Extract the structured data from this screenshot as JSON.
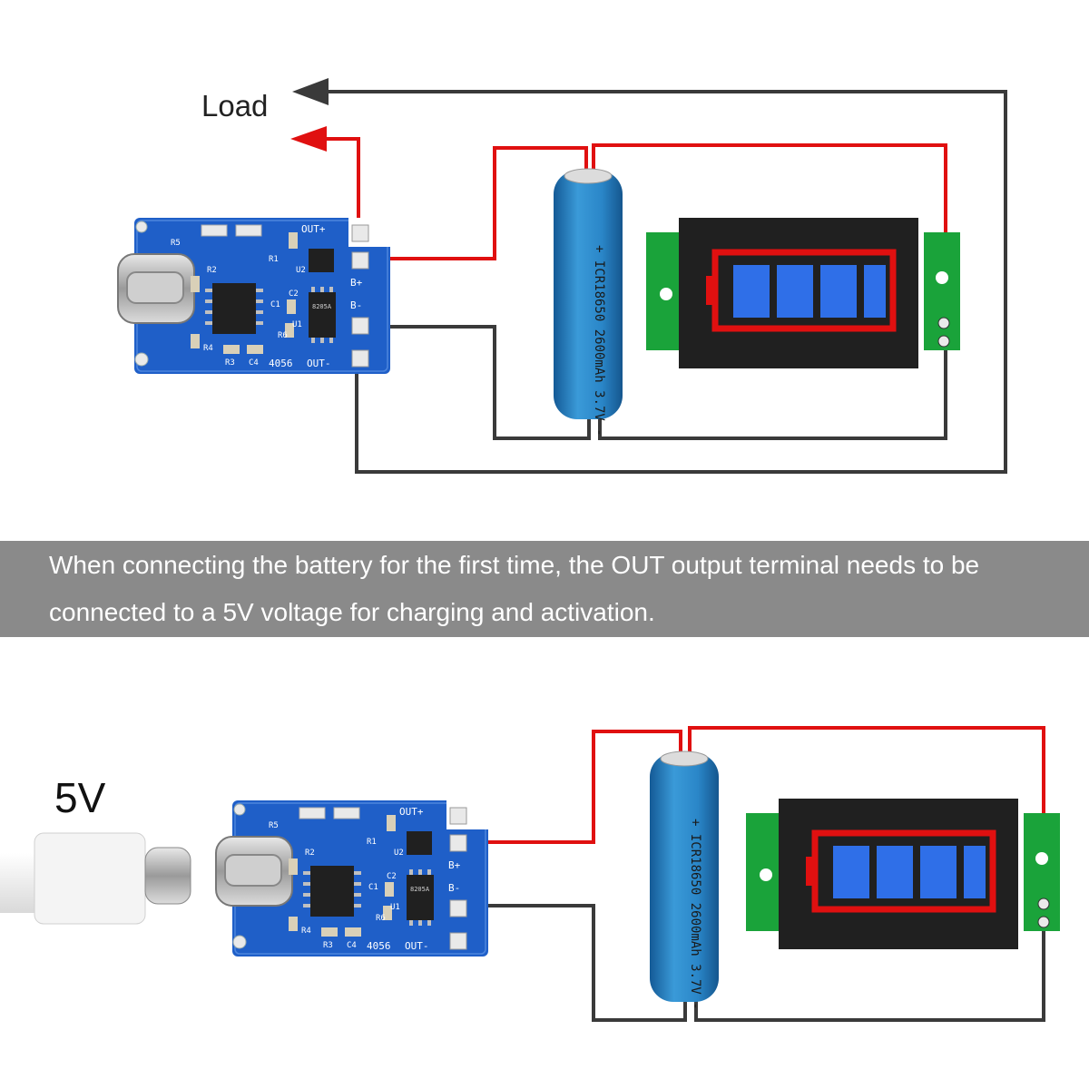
{
  "top": {
    "load_label": "Load",
    "board": {
      "labels": {
        "out_plus": "OUT+",
        "out_minus": "OUT-",
        "b_plus": "B+",
        "b_minus": "B-",
        "model": "4056",
        "r5": "R5",
        "r2": "R2",
        "r1": "R1",
        "r3": "R3",
        "r4": "R4",
        "r6": "R6",
        "c1": "C1",
        "c2": "C2",
        "c4": "C4",
        "u1": "U1",
        "u2": "U2",
        "ic_mark": "8205A"
      }
    },
    "battery": {
      "text": "+ ICR18650 2600mAh 3.7V -"
    }
  },
  "note": {
    "line1": "When connecting the battery for the first time, the OUT output terminal needs to be",
    "line2": "connected to a 5V voltage for charging and activation."
  },
  "bottom": {
    "voltage_label": "5V",
    "board": {
      "labels": {
        "out_plus": "OUT+",
        "out_minus": "OUT-",
        "b_plus": "B+",
        "b_minus": "B-",
        "model": "4056",
        "r5": "R5",
        "r2": "R2",
        "r1": "R1",
        "r3": "R3",
        "r4": "R4",
        "r6": "R6",
        "c1": "C1",
        "c2": "C2",
        "c4": "C4",
        "u1": "U1",
        "u2": "U2",
        "ic_mark": "8205A"
      }
    },
    "battery": {
      "text": "+ ICR18650 2600mAh 3.7V -"
    }
  },
  "colors": {
    "wire_positive": "#e01010",
    "wire_negative": "#3a3a3a",
    "pcb": "#1f5fc8",
    "battery": "#2a86c8",
    "indicator_pcb": "#1aa33a",
    "indicator_body": "#202020",
    "cell": "#2f6fe8",
    "frame": "#e01010"
  },
  "indicator": {
    "cells_lit": 4,
    "cells_total": 4
  }
}
